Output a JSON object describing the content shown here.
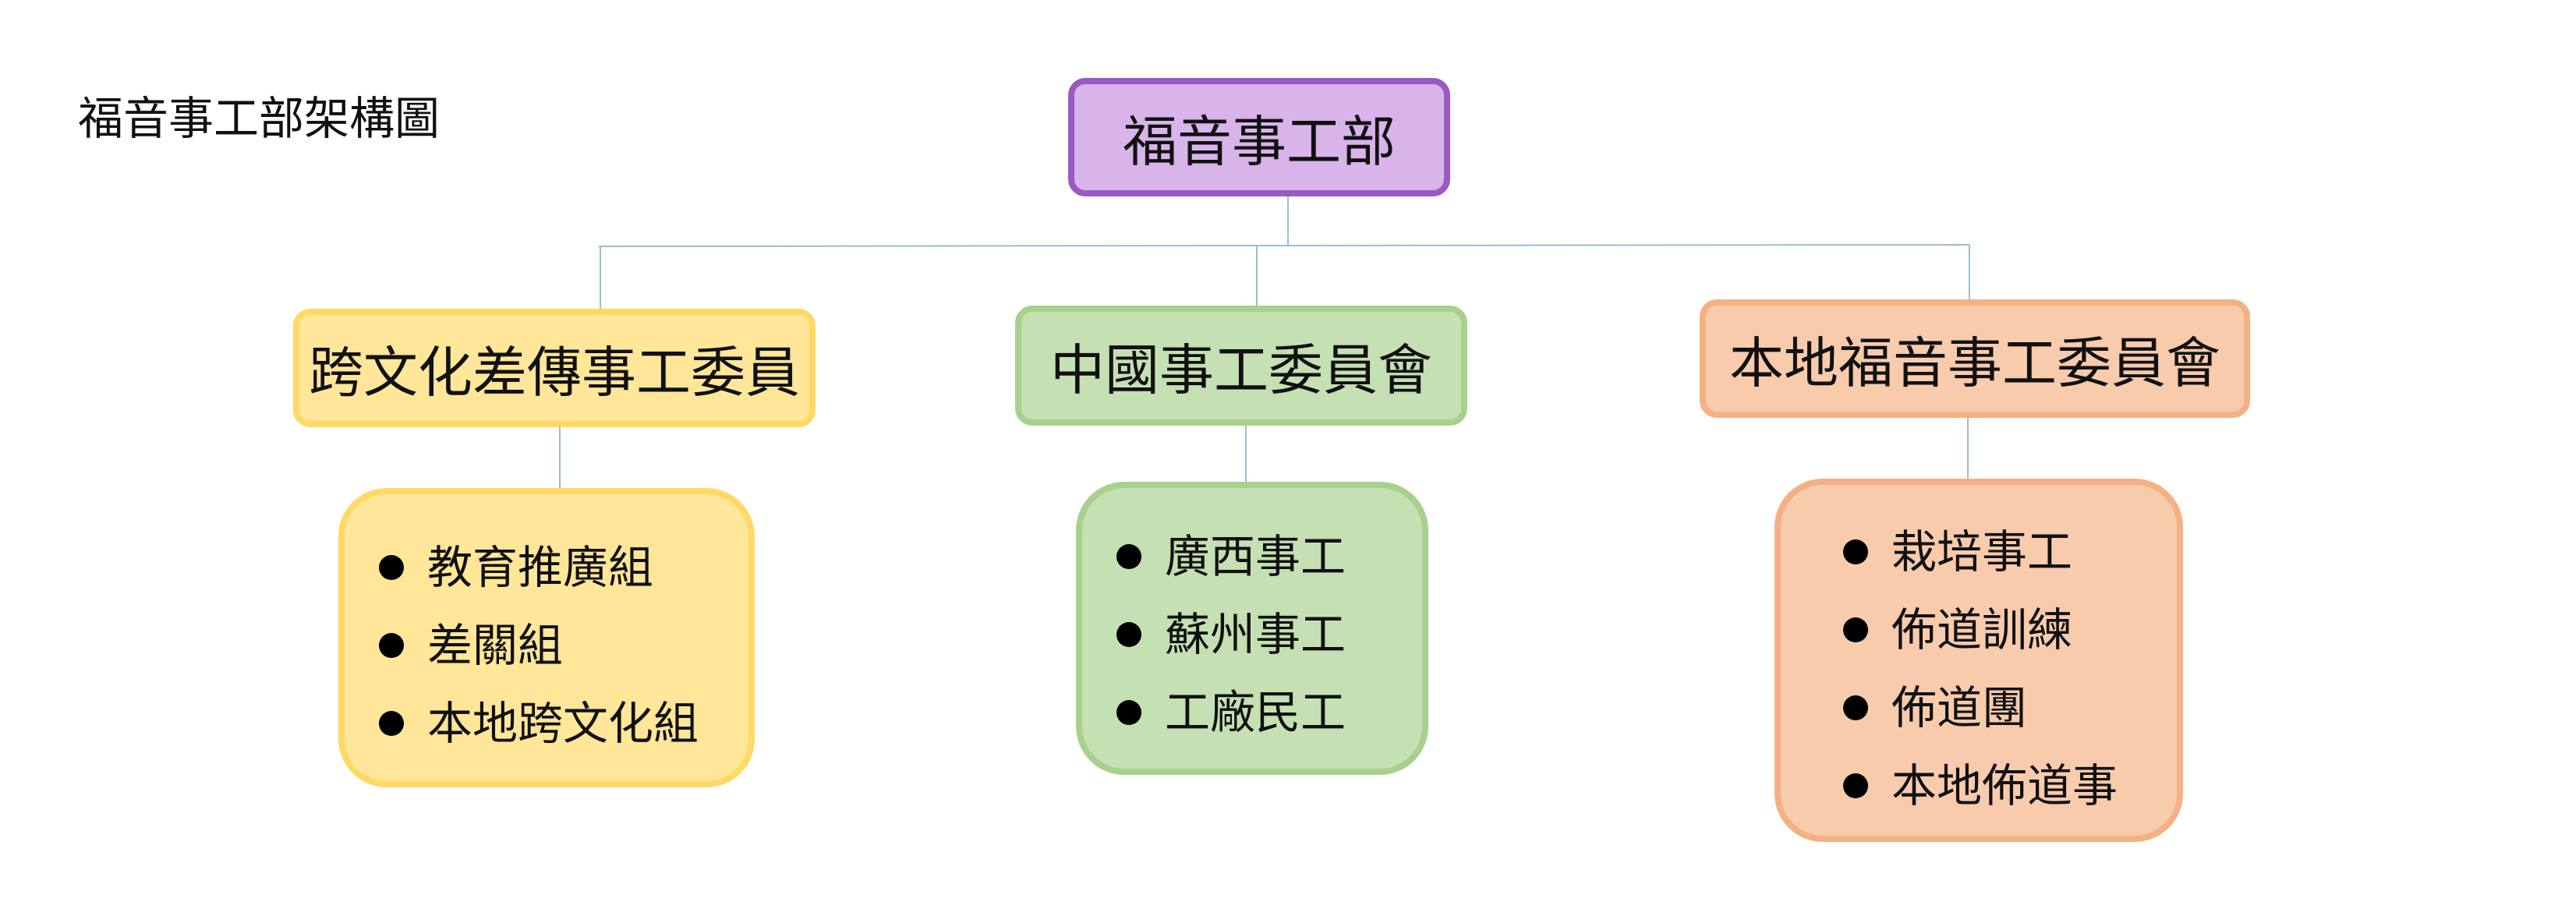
{
  "title": "福音事工部架構圖",
  "colors": {
    "connector": "#9bbcd0",
    "root_fill": "#d8b4ea",
    "root_border": "#9b59c2",
    "yellow_fill": "#ffe699",
    "yellow_border": "#ffd966",
    "green_fill": "#c5e0b3",
    "green_border": "#a9d18e",
    "orange_fill": "#f8cbad",
    "orange_border": "#f4b183"
  },
  "root": {
    "label": "福音事工部"
  },
  "departments": [
    {
      "label": "跨文化差傳事工委員",
      "color": "yellow",
      "items": [
        "教育推廣組",
        "差關組",
        "本地跨文化組"
      ]
    },
    {
      "label": "中國事工委員會",
      "color": "green",
      "items": [
        "廣西事工",
        "蘇州事工",
        "工廠民工"
      ]
    },
    {
      "label": "本地福音事工委員會",
      "color": "orange",
      "items": [
        "栽培事工",
        "佈道訓練",
        "佈道團",
        "本地佈道事"
      ]
    }
  ]
}
